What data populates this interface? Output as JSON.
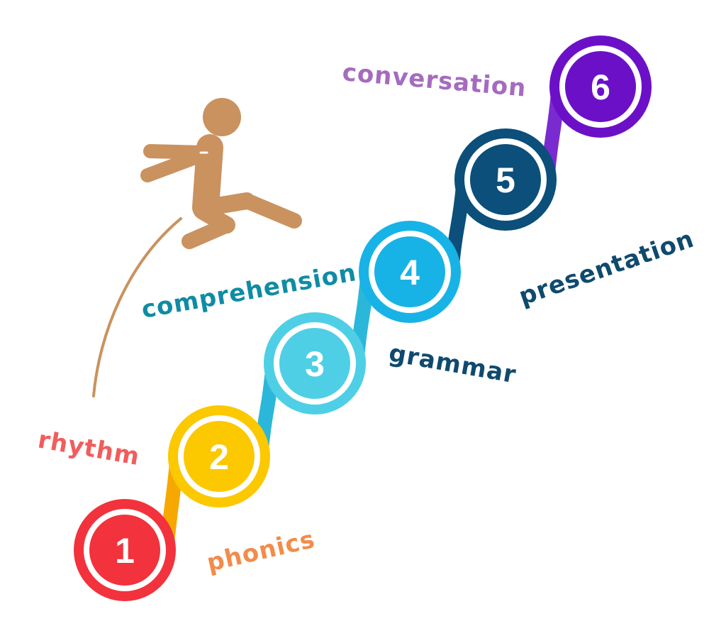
{
  "steps": [
    {
      "number": "1",
      "label": "phonics",
      "color": "#f2323c",
      "label_color": "#f28c4a"
    },
    {
      "number": "2",
      "label": "rhythm",
      "color": "#fcc800",
      "label_color": "#f25c5c"
    },
    {
      "number": "3",
      "label": "grammar",
      "color": "#4ecfe6",
      "label_color": "#0f4a6e"
    },
    {
      "number": "4",
      "label": "comprehension",
      "color": "#17b3e6",
      "label_color": "#0f8ca3"
    },
    {
      "number": "5",
      "label": "presentation",
      "color": "#0b4f7a",
      "label_color": "#0f4a6e"
    },
    {
      "number": "6",
      "label": "conversation",
      "color": "#6c10c8",
      "label_color": "#a56bbf"
    }
  ],
  "connector_colors": [
    "#f6a800",
    "#2bb7d9",
    "#2bb7d9",
    "#0b4f7a",
    "#7a2bd0"
  ],
  "figure": {
    "icon": "jumping-person-icon",
    "color": "#c9925f"
  }
}
